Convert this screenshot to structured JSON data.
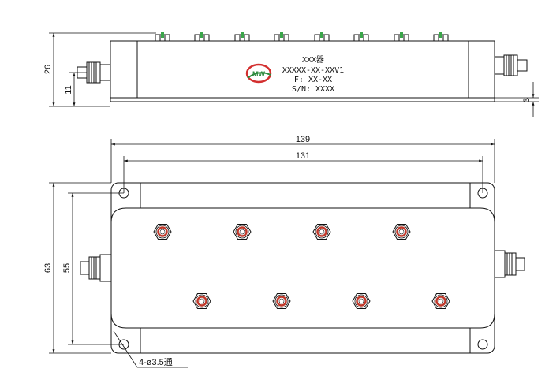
{
  "label": {
    "line1": "XXX器",
    "line2": "XXXXX-XX-XXV1",
    "line3": "F: XX-XX",
    "line4": "S/N: XXXX"
  },
  "dimensions": {
    "total_height": "26",
    "connector_height": "11",
    "flange_offset": "3",
    "overall_length": "139",
    "hole_spacing_length": "131",
    "overall_width": "63",
    "hole_spacing_width": "55",
    "mounting_holes": "4-ø3.5通"
  },
  "colors": {
    "line": "#111111",
    "logo_red": "#d32f2f",
    "logo_green": "#2e8b3e",
    "screw_ring": "#c0392b",
    "tuning_screw_green": "#3aa64a"
  },
  "icons": {
    "logo": "jmw-logo-icon"
  }
}
